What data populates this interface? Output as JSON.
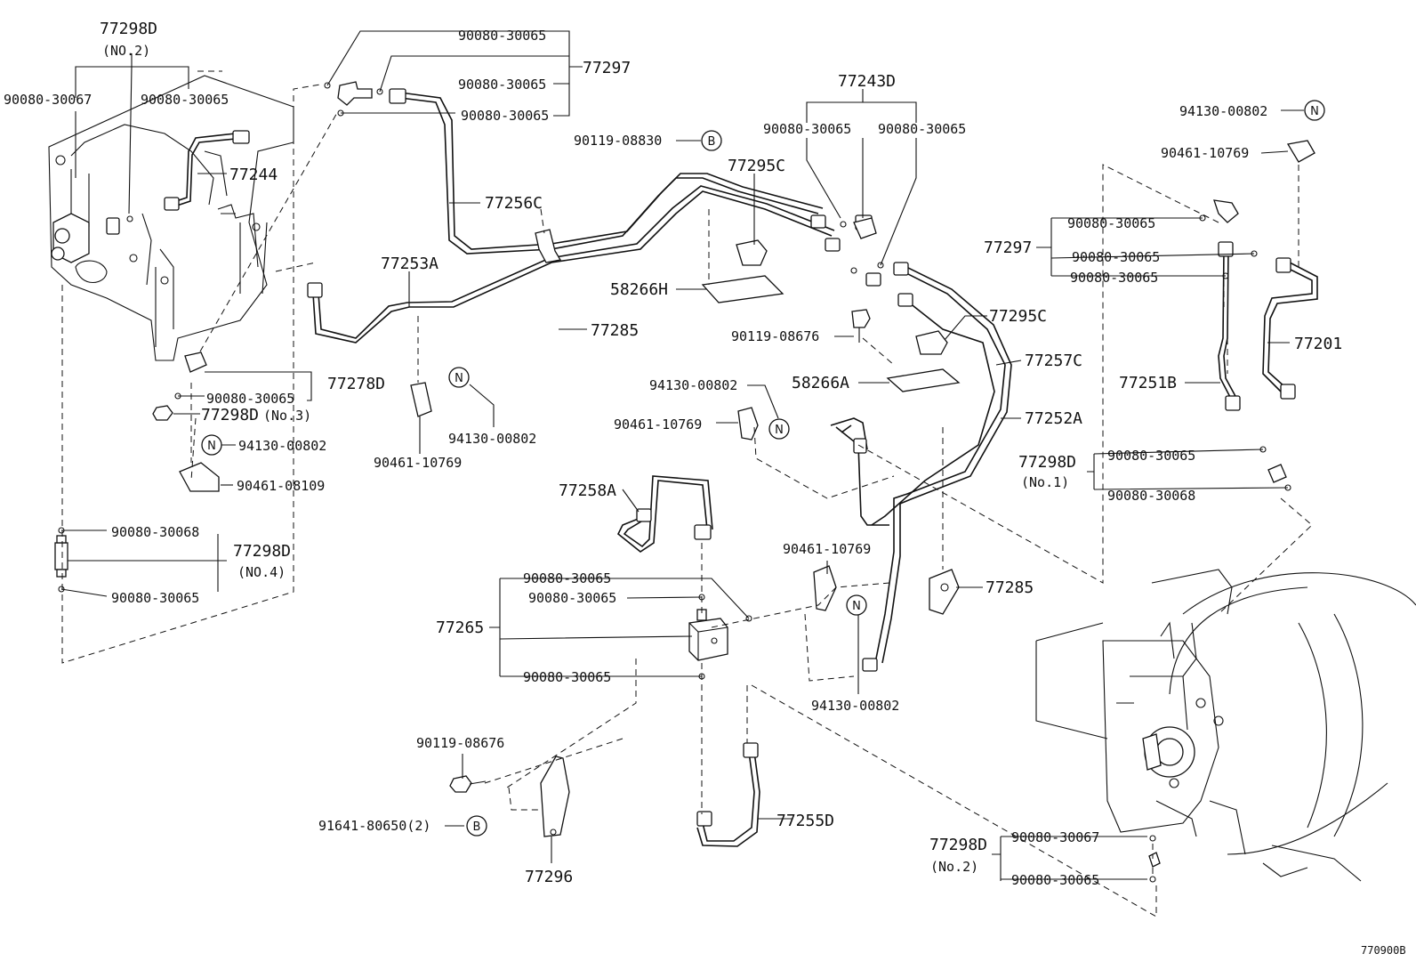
{
  "labels": {
    "l77298D_top": "77298D",
    "l77298D_top_no": "(NO.2)",
    "l90080_30067_tl": "90080-30067",
    "l90080_30065_tl": "90080-30065",
    "l77244": "77244",
    "l90080_30065_a": "90080-30065",
    "l90080_30065_b": "90080-30065",
    "l90080_30065_c": "90080-30065",
    "l77297_top": "77297",
    "l77256C": "77256C",
    "l77253A": "77253A",
    "l90119_08830": "90119-08830",
    "l77295C_a": "77295C",
    "l58266H": "58266H",
    "l77285_a": "77285",
    "l77243D": "77243D",
    "l90080_30065_d": "90080-30065",
    "l90080_30065_e": "90080-30065",
    "l90119_08676_a": "90119-08676",
    "l77295C_b": "77295C",
    "l58266A": "58266A",
    "l77257C": "77257C",
    "l77252A": "77252A",
    "l94130_00802_mid": "94130-00802",
    "l90461_10769_mid": "90461-10769",
    "l94130_00802_tr": "94130-00802",
    "l90461_10769_tr": "90461-10769",
    "l77297_right": "77297",
    "l90080_30065_r1": "90080-30065",
    "l90080_30065_r2": "90080-30065",
    "l90080_30065_r3": "90080-30065",
    "l77201": "77201",
    "l77251B": "77251B",
    "l77298D_no1": "77298D",
    "l77298D_no1_sub": "(No.1)",
    "l90080_30065_r4": "90080-30065",
    "l90080_30068_r": "90080-30068",
    "l77278D": "77278D",
    "l90080_30065_l1": "90080-30065",
    "l77298D_no3": "77298D",
    "l77298D_no3_sub": "(No.3)",
    "l94130_00802_l": "94130-00802",
    "l90461_08109": "90461-08109",
    "l90461_10769_l": "90461-10769",
    "l94130_00802_l2": "94130-00802",
    "l90080_30068_l": "90080-30068",
    "l77298D_no4": "77298D",
    "l77298D_no4_sub": "(NO.4)",
    "l90080_30065_l2": "90080-30065",
    "l77258A": "77258A",
    "l77265": "77265",
    "l90080_30065_m1": "90080-30065",
    "l90080_30065_m2": "90080-30065",
    "l90080_30065_m3": "90080-30065",
    "l90461_10769_m": "90461-10769",
    "l94130_00802_m": "94130-00802",
    "l77285_b": "77285",
    "l90119_08676_b": "90119-08676",
    "l91641_80650": "91641-80650(2)",
    "l77296": "77296",
    "l77255D": "77255D",
    "l77298D_bot": "77298D",
    "l77298D_bot_sub": "(No.2)",
    "l90080_30067_b": "90080-30067",
    "l90080_30065_bb": "90080-30065",
    "l770900B": "770900B",
    "circle_B": "B",
    "circle_N": "N"
  }
}
